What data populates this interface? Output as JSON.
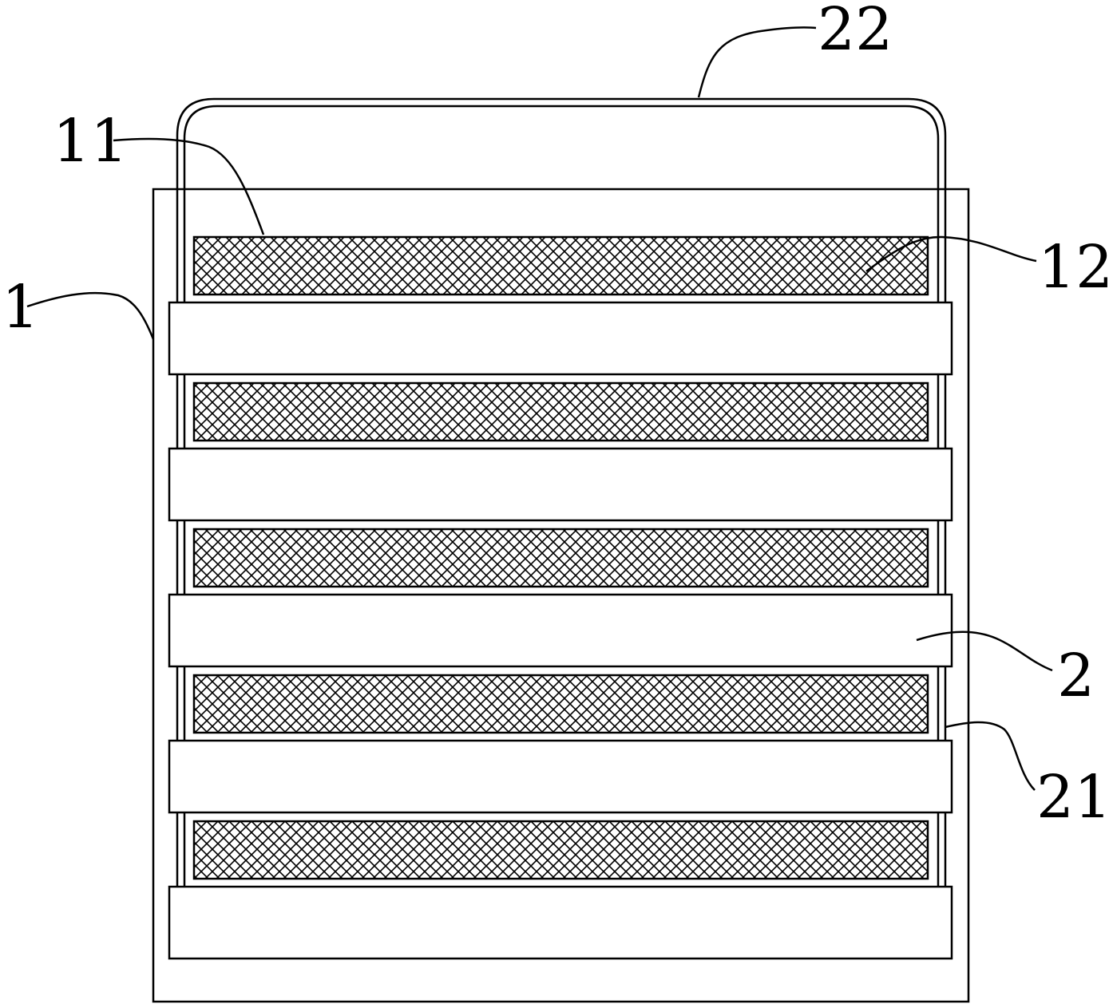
{
  "diagram": {
    "labels": {
      "frame": "1",
      "filter_panel": "11",
      "mesh": "12",
      "slat": "2",
      "rail": "21",
      "handle": "22"
    },
    "panel_count": 5,
    "slat_count": 5,
    "colors": {
      "line": "#000000",
      "background": "#ffffff"
    }
  }
}
